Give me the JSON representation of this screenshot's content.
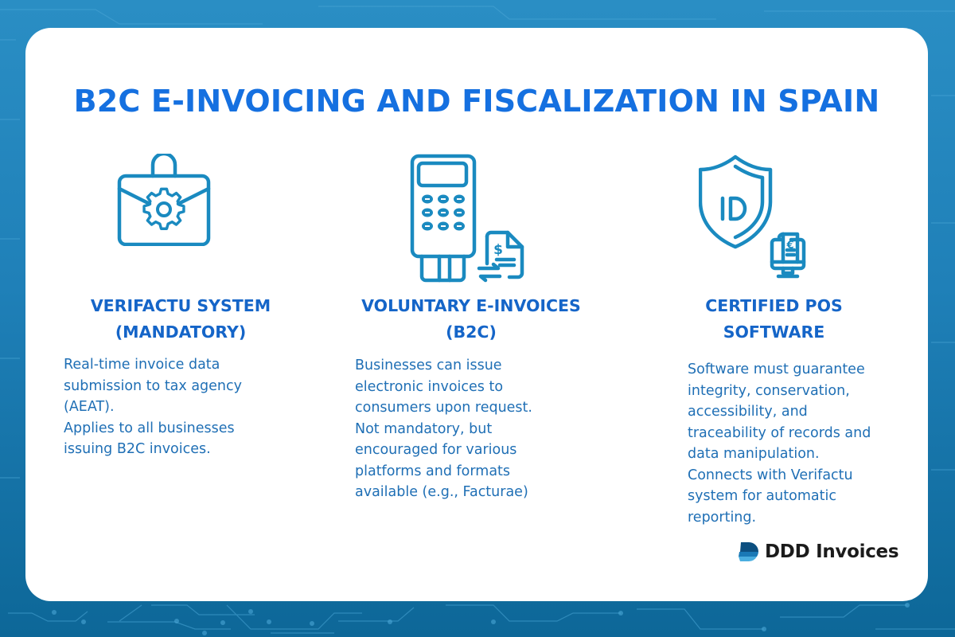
{
  "title": "B2C E-INVOICING AND FISCALIZATION IN SPAIN",
  "colors": {
    "title": "#1570e0",
    "heading": "#1565c8",
    "body_text": "#1f6fb5",
    "icon": "#1a8ac0",
    "background_top": "#2a8ec4",
    "background_bottom": "#0d6798"
  },
  "columns": [
    {
      "icon": "briefcase-gear-icon",
      "heading_line1": "VERIFACTU SYSTEM",
      "heading_line2": "(MANDATORY)",
      "body": "Real-time invoice data\nsubmission to tax agency\n(AEAT).\n Applies to all businesses\nissuing B2C invoices."
    },
    {
      "icon": "pos-terminal-invoice-icon",
      "heading_line1": "VOLUNTARY E-INVOICES",
      "heading_line2": "(B2C)",
      "body": "Businesses can issue\nelectronic invoices to\nconsumers upon request.\nNot mandatory, but\nencouraged for various\nplatforms and formats\navailable (e.g., Facturae)"
    },
    {
      "icon": "shield-id-monitor-icon",
      "heading_line1": "CERTIFIED POS",
      "heading_line2": "SOFTWARE",
      "body": "Software must guarantee\nintegrity, conservation,\naccessibility, and\ntraceability of records and\ndata manipulation.\nConnects with Verifactu\nsystem for automatic\nreporting."
    }
  ],
  "brand": {
    "logo": "ddd-logo-icon",
    "name": "DDD Invoices"
  }
}
